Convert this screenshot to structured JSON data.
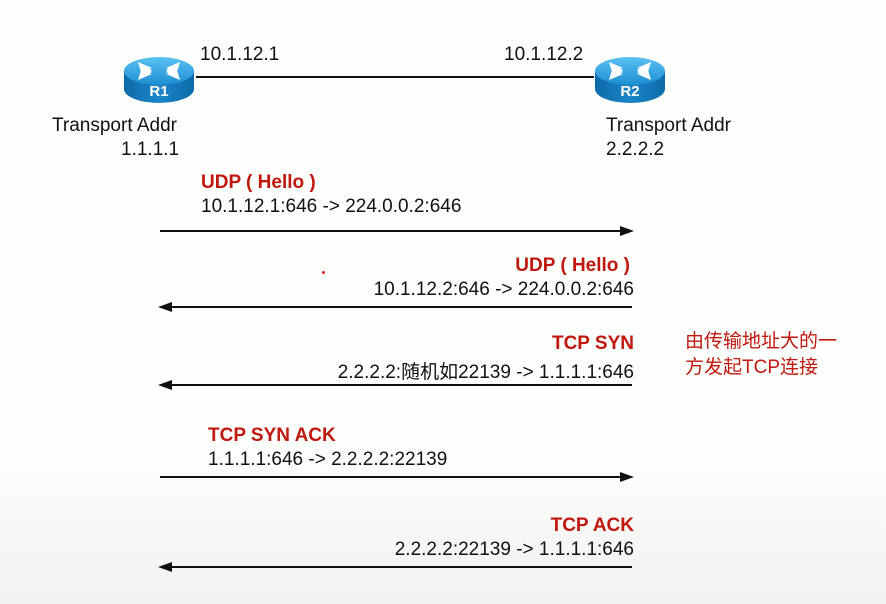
{
  "routers": [
    {
      "name": "R1",
      "interface_ip": "10.1.12.1",
      "transport_label": "Transport Addr",
      "transport_addr": "1.1.1.1"
    },
    {
      "name": "R2",
      "interface_ip": "10.1.12.2",
      "transport_label": "Transport Addr",
      "transport_addr": "2.2.2.2"
    }
  ],
  "messages": [
    {
      "title": "UDP ( Hello )",
      "detail": "10.1.12.1:646 -> 224.0.0.2:646",
      "direction": "right"
    },
    {
      "title": "UDP ( Hello )",
      "detail": "10.1.12.2:646 -> 224.0.0.2:646",
      "direction": "left"
    },
    {
      "title": "TCP SYN",
      "detail": "2.2.2.2:随机如22139 -> 1.1.1.1:646",
      "direction": "left"
    },
    {
      "title": "TCP SYN ACK",
      "detail": "1.1.1.1:646 -> 2.2.2.2:22139",
      "direction": "right"
    },
    {
      "title": "TCP ACK",
      "detail": "2.2.2.2:22139 -> 1.1.1.1:646",
      "direction": "left"
    }
  ],
  "note": {
    "line1": "由传输地址大的一",
    "line2": "方发起TCP连接"
  },
  "colors": {
    "accent_red": "#c0170f",
    "router_blue": "#1a8fd0",
    "line": "#111111"
  }
}
